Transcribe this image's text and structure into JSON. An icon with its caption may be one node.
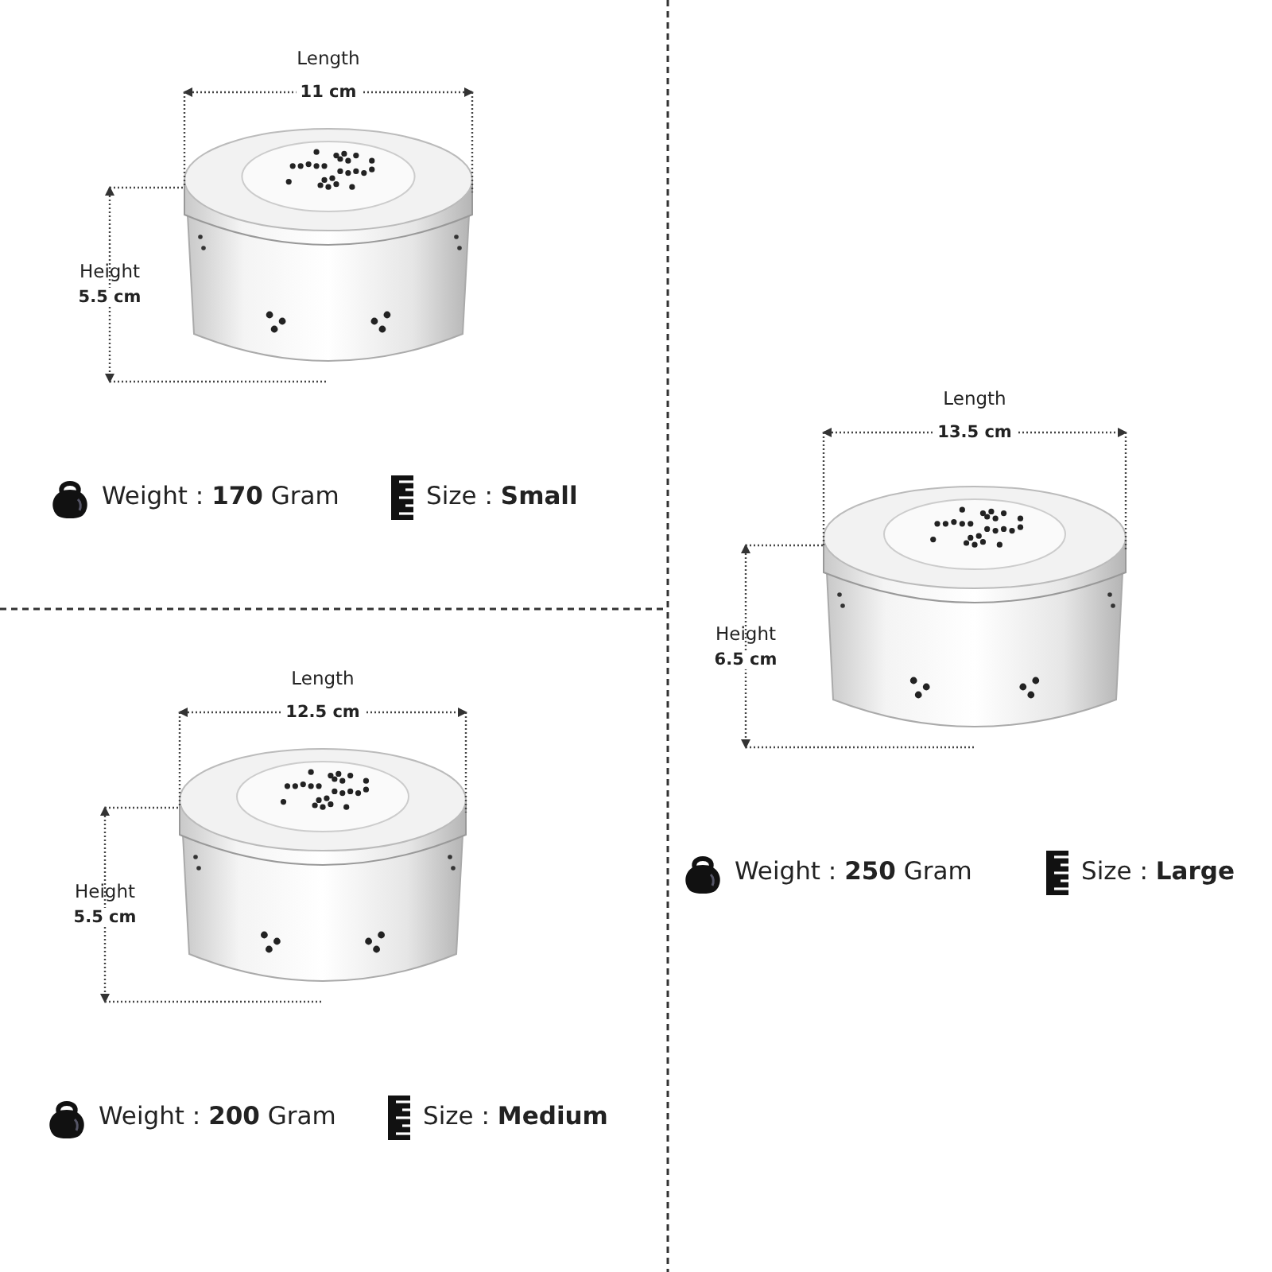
{
  "diagram": {
    "labels": [
      "Length",
      "11 cm",
      "Height",
      "5.5 cm",
      "Weight : **170** Gram",
      "Size : **Small**",
      "Length",
      "13.5 cm",
      "Height",
      "6.5 cm",
      "Weight : **250** Gram",
      "Size : **Large**",
      "Length",
      "12.5 cm",
      "Height",
      "5.5 cm",
      "Weight : **200** Gram",
      "Size : **Medium**"
    ]
  }
}
